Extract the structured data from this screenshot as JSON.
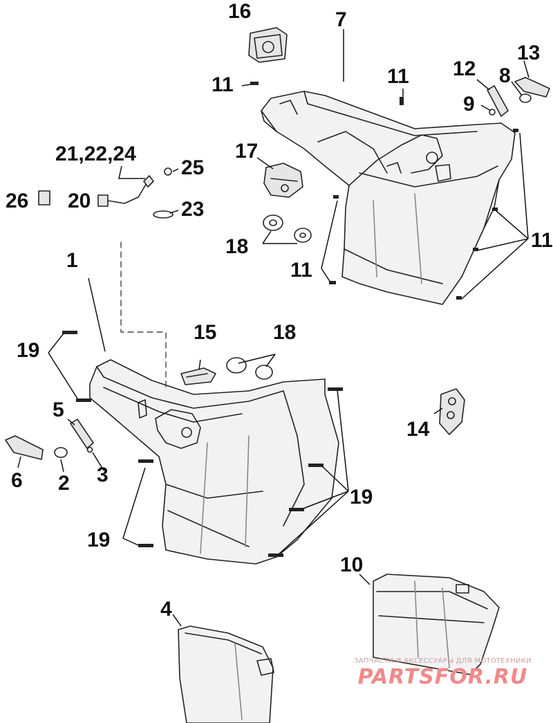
{
  "callouts": {
    "c1": "1",
    "c2": "2",
    "c3": "3",
    "c4": "4",
    "c5": "5",
    "c6": "6",
    "c7": "7",
    "c8": "8",
    "c9": "9",
    "c10": "10",
    "c11a": "11",
    "c11b": "11",
    "c11c": "11",
    "c11d": "11",
    "c12": "12",
    "c13": "13",
    "c14": "14",
    "c15": "15",
    "c16": "16",
    "c17": "17",
    "c18a": "18",
    "c18b": "18",
    "c19a": "19",
    "c19b": "19",
    "c19c": "19",
    "c20": "20",
    "c21": "21,22,24",
    "c23": "23",
    "c25": "25",
    "c26": "26"
  },
  "watermark": {
    "tagline": "ЗАПЧАСТИ И АКСЕССУАРЫ ДЛЯ МОТОТЕХНИКИ",
    "brand": "PARTSFOR.RU",
    "color": "#f08a8a"
  }
}
